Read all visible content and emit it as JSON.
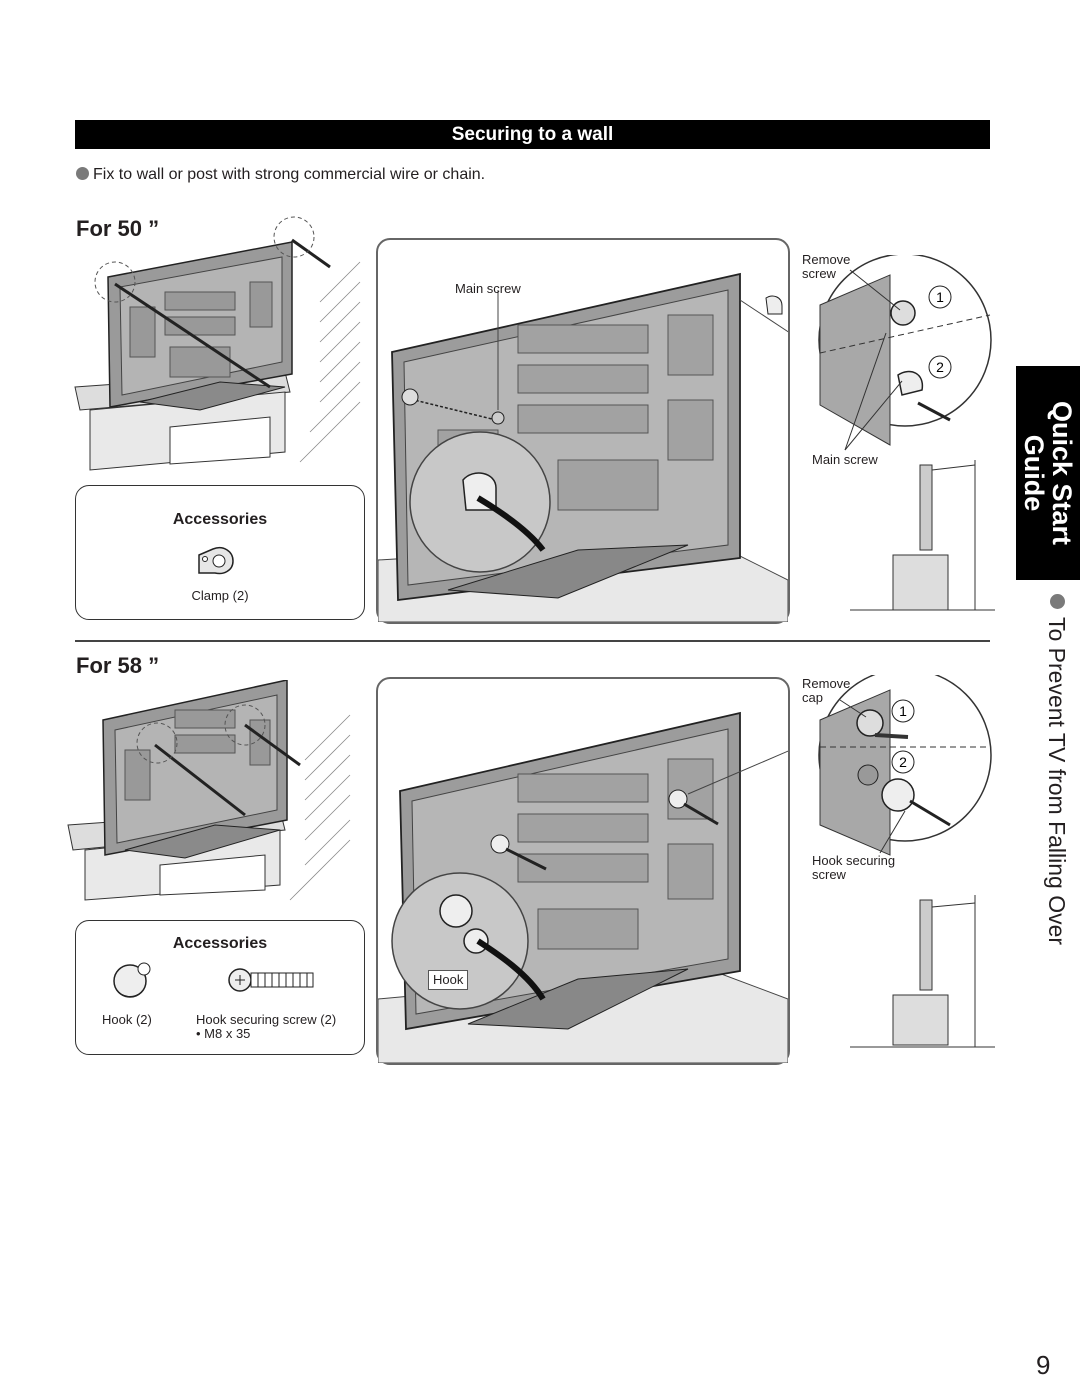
{
  "section": {
    "title": "Securing to a wall",
    "instruction": "Fix to wall or post with strong commercial wire or chain."
  },
  "for50": {
    "heading": "For 50 ”",
    "accessories_title": "Accessories",
    "accessory_label": "Clamp (2)",
    "callout_main_screw": "Main screw",
    "callout_remove_screw": "Remove\nscrew",
    "callout_main_screw_2": "Main screw",
    "step1": "1",
    "step2": "2"
  },
  "for58": {
    "heading": "For 58 ”",
    "accessories_title": "Accessories",
    "accessory_hook_label": "Hook (2)",
    "accessory_screw_label": "Hook securing screw (2)",
    "accessory_screw_size": "• M8 x 35",
    "callout_remove_cap": "Remove\ncap",
    "callout_hook_screw": "Hook securing\nscrew",
    "callout_hook": "Hook",
    "step1": "1",
    "step2": "2"
  },
  "side_tab": {
    "title": "Quick Start\nGuide",
    "subtitle": "To Prevent TV from Falling Over"
  },
  "page_number": "9"
}
